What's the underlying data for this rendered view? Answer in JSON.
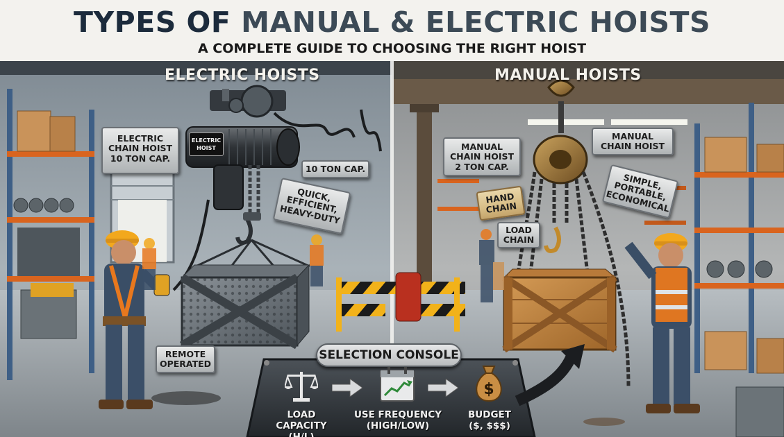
{
  "header": {
    "title_part1": "TYPES OF ",
    "title_part2": "MANUAL & ELECTRIC HOISTS",
    "subtitle": "A COMPLETE GUIDE TO CHOOSING THE RIGHT HOIST"
  },
  "electric": {
    "panel_title": "ELECTRIC HOISTS",
    "motor_label": "ELECTRIC HOIST",
    "tag_main_line1": "ELECTRIC",
    "tag_main_line2": "CHAIN HOIST",
    "tag_main_line3": "10 TON CAP.",
    "tag_capacity": "10 TON CAP.",
    "tag_features_line1": "QUICK,",
    "tag_features_line2": "EFFICIENT,",
    "tag_features_line3": "HEAVY-DUTY",
    "tag_remote_line1": "REMOTE",
    "tag_remote_line2": "OPERATED"
  },
  "manual": {
    "panel_title": "MANUAL HOISTS",
    "tag_main_line1": "MANUAL",
    "tag_main_line2": "CHAIN HOIST",
    "tag_main_line3": "2 TON CAP.",
    "tag_name_line1": "MANUAL",
    "tag_name_line2": "CHAIN HOIST",
    "tag_features_line1": "SIMPLE,",
    "tag_features_line2": "PORTABLE,",
    "tag_features_line3": "ECONOMICAL",
    "tag_hand_line1": "HAND",
    "tag_hand_line2": "CHAIN",
    "tag_load_line1": "LOAD",
    "tag_load_line2": "CHAIN"
  },
  "console": {
    "title": "SELECTION CONSOLE",
    "steps": [
      {
        "icon": "scale-icon",
        "line1": "LOAD CAPACITY",
        "line2": "(H/L)"
      },
      {
        "icon": "calendar-chart-icon",
        "line1": "USE FREQUENCY",
        "line2": "(HIGH/LOW)"
      },
      {
        "icon": "money-bag-icon",
        "line1": "BUDGET",
        "line2": "($, $$$)"
      }
    ]
  },
  "colors": {
    "title_dark": "#1c2b3c",
    "title_accent": "#3c4a56",
    "safety_orange": "#e8781e",
    "hardhat_yellow": "#f2a81d",
    "shelf_orange": "#d9641e",
    "shelf_blue": "#3e5f86"
  }
}
